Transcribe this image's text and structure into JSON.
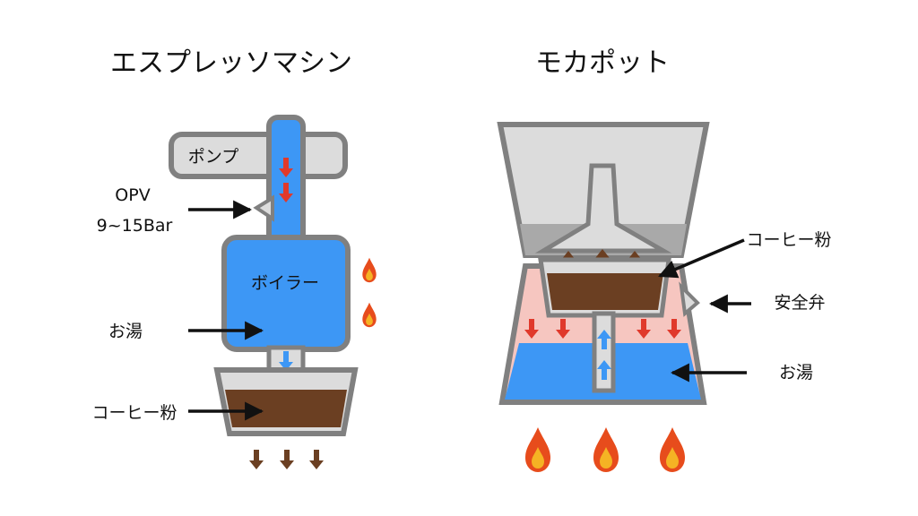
{
  "espresso": {
    "title": "エスプレッソマシン",
    "pump_label": "ポンプ",
    "opv_label": "OPV",
    "opv_pressure": "9~15Bar",
    "boiler_label": "ボイラー",
    "hot_water_label": "お湯",
    "coffee_label": "コーヒー粉"
  },
  "moka": {
    "title": "モカポット",
    "coffee_label": "コーヒー粉",
    "safety_valve_label": "安全弁",
    "hot_water_label": "お湯"
  },
  "colors": {
    "water": "#3d97f5",
    "steam": "#f6c6c0",
    "coffee": "#6b3f22",
    "vessel_gray": "#dcdcdc",
    "outline": "#808080",
    "arrow_red": "#e0392b",
    "arrow_blue": "#3d97f5",
    "arrow_brown": "#6b3f22",
    "flame_outer": "#e74c1c",
    "flame_inner": "#f5b324"
  }
}
